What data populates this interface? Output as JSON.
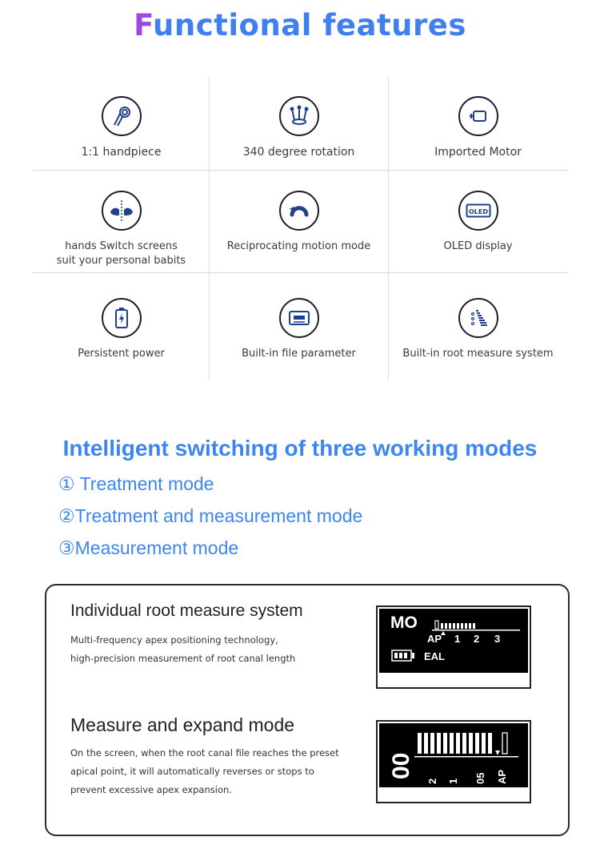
{
  "header": {
    "title_first": "F",
    "title_rest": "unctional features"
  },
  "features": [
    {
      "label": "1:1 handpiece",
      "icon": "handpiece-icon"
    },
    {
      "label": "340 degree rotation",
      "icon": "rotation-crown-icon"
    },
    {
      "label": "Imported Motor",
      "icon": "motor-icon"
    },
    {
      "label_line1": "hands Switch screens",
      "label_line2": "suit your personal babits",
      "icon": "hand-switch-icon"
    },
    {
      "label": "Reciprocating motion mode",
      "icon": "reciprocating-arrow-icon"
    },
    {
      "label": "OLED display",
      "icon": "oled-icon",
      "icon_text": "OLED"
    },
    {
      "label": "Persistent power",
      "icon": "battery-icon"
    },
    {
      "label": "Built-in file parameter",
      "icon": "file-parameter-icon"
    },
    {
      "label": "Built-in root measure system",
      "icon": "root-measure-icon"
    }
  ],
  "modes": {
    "heading": "Intelligent switching of three working modes",
    "items": [
      "① Treatment mode",
      "②Treatment and measurement mode",
      "③Measurement mode"
    ]
  },
  "panel": {
    "section1": {
      "heading": "Individual root measure system",
      "line1": "Multi-frequency apex positioning technology,",
      "line2": "high-precision measurement of root canal length",
      "screen": {
        "mode": "MO",
        "scale": [
          "AP",
          "1",
          "2",
          "3"
        ],
        "status": "EAL"
      }
    },
    "section2": {
      "heading": "Measure and expand mode",
      "line1": "On the screen, when the root canal file reaches the preset",
      "line2": "apical point, it will automatically reverses or stops to",
      "line3": "prevent excessive apex expansion.",
      "screen": {
        "big": "00",
        "scale": [
          "2",
          "1",
          "05",
          "AP"
        ]
      }
    }
  },
  "colors": {
    "accent_blue": "#3f7ff0",
    "accent_purple": "#9b48e0",
    "icon_blue": "#1f3f8f"
  }
}
